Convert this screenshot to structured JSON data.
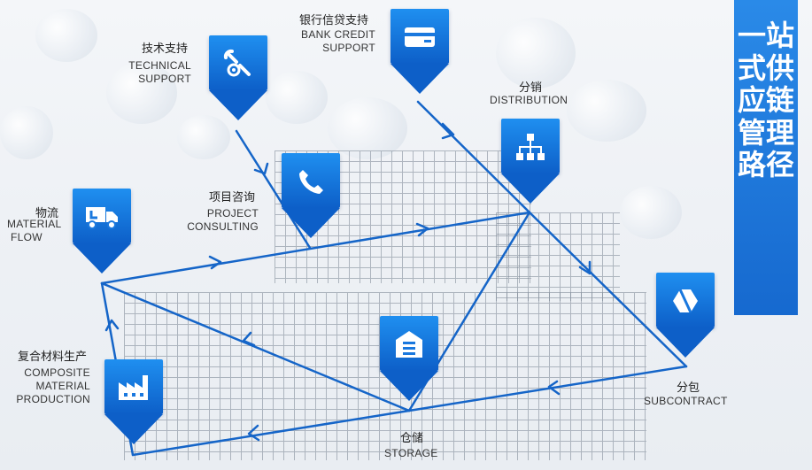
{
  "side_title": "一站式供应链管理路径",
  "nodes": {
    "bank_credit": {
      "cn": "银行信贷支持",
      "en": "BANK CREDIT SUPPORT",
      "icon": "credit-card-icon"
    },
    "technical": {
      "cn": "技术支持",
      "en_1": "TECHNICAL",
      "en_2": "SUPPORT",
      "icon": "tools-icon"
    },
    "distribution": {
      "cn": "分销",
      "en": "DISTRIBUTION",
      "icon": "hierarchy-icon"
    },
    "project": {
      "cn": "项目咨询",
      "en_1": "PROJECT",
      "en_2": "CONSULTING",
      "icon": "phone-icon"
    },
    "logistics": {
      "cn": "物流",
      "en_1": "MATERIAL",
      "en_2": "FLOW",
      "icon": "truck-icon"
    },
    "subcontract": {
      "cn": "分包",
      "en": "SUBCONTRACT",
      "icon": "box-icon"
    },
    "composite": {
      "cn": "复合材料生产",
      "en_1": "COMPOSITE",
      "en_2": "MATERIAL",
      "en_3": "PRODUCTION",
      "icon": "factory-icon"
    },
    "storage": {
      "cn": "仓储",
      "en": "STORAGE",
      "icon": "warehouse-icon"
    }
  },
  "colors": {
    "accent": "#1a78de",
    "line": "#1565c8",
    "text": "#222222"
  }
}
